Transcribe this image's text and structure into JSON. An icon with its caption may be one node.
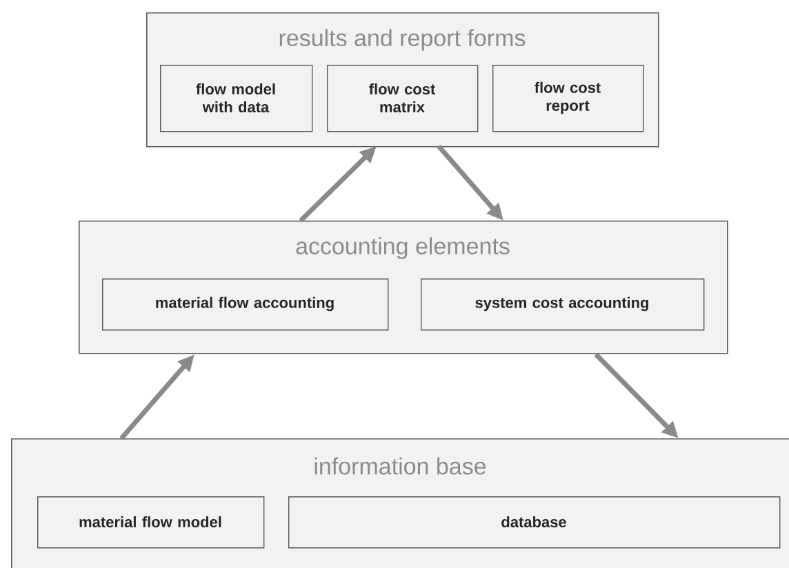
{
  "diagram": {
    "nodes": [
      {
        "text": [
          "results and report forms"
        ]
      },
      {
        "text": [
          "flow model with data"
        ],
        "in": 0
      },
      {
        "text": [
          "flow cost matrix"
        ],
        "in": 0
      },
      {
        "text": [
          "flow cost report"
        ],
        "in": 0
      },
      {
        "text": [
          "accounting elements"
        ]
      },
      {
        "text": [
          "material flow accounting"
        ],
        "in": 4
      },
      {
        "text": [
          "system cost accounting"
        ],
        "in": 4
      },
      {
        "text": [
          "information base"
        ]
      },
      {
        "text": [
          "material flow model"
        ],
        "in": 7
      },
      {
        "text": [
          "database"
        ],
        "in": 7
      }
    ],
    "edges": [
      {
        "from": 4,
        "to": 0,
        "arrow": "to"
      },
      {
        "from": 0,
        "to": 4,
        "arrow": "to"
      },
      {
        "from": 7,
        "to": 4,
        "arrow": "to"
      },
      {
        "from": 4,
        "to": 7,
        "arrow": "to"
      }
    ]
  }
}
